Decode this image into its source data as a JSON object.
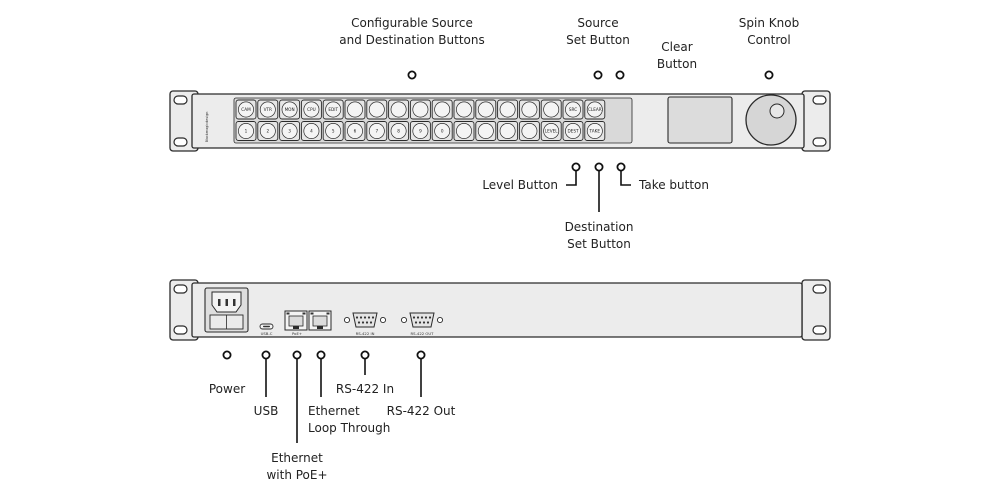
{
  "front_labels": {
    "configurable": [
      "Configurable Source",
      "and Destination Buttons"
    ],
    "source_set": [
      "Source",
      "Set Button"
    ],
    "clear": [
      "Clear",
      "Button"
    ],
    "spin_knob": [
      "Spin Knob",
      "Control"
    ],
    "level": "Level Button",
    "destination_set": [
      "Destination",
      "Set Button"
    ],
    "take": "Take button"
  },
  "rear_labels": {
    "power": "Power",
    "usb": "USB",
    "ethernet_loop": [
      "Ethernet",
      "Loop Through"
    ],
    "rs422_in": "RS-422 In",
    "rs422_out": "RS-422 Out",
    "ethernet_poe": [
      "Ethernet",
      "with PoE+"
    ]
  },
  "panel": {
    "brand": "Blackmagicdesign",
    "top_row_labels": [
      "CAM",
      "VTR",
      "MON",
      "CPU",
      "EDIT",
      "",
      "",
      "",
      "",
      "",
      "",
      "",
      "",
      "",
      "",
      "SRC",
      "CLEAR"
    ],
    "bottom_row_labels": [
      "1",
      "2",
      "3",
      "4",
      "5",
      "6",
      "7",
      "8",
      "9",
      "0",
      "",
      "",
      "",
      "",
      "LEVEL",
      "DEST",
      "TAKE"
    ]
  },
  "rear_panel": {
    "usb_c": "USB-C",
    "poe": "PoE+",
    "rs422_in": "RS-422 IN",
    "rs422_out": "RS-422 OUT"
  }
}
